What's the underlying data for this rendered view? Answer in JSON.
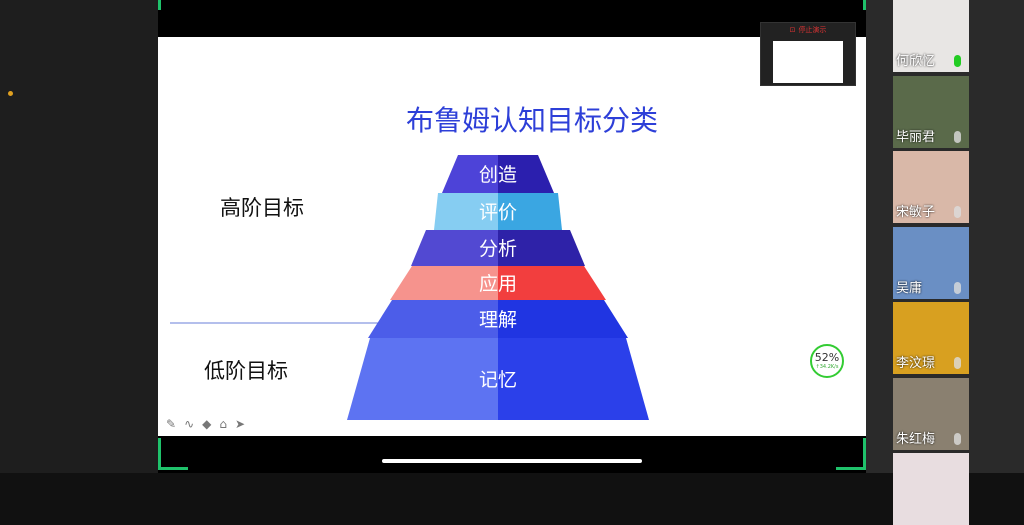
{
  "slide": {
    "title": "布鲁姆认知目标分类",
    "high_label": "高阶目标",
    "low_label": "低阶目标",
    "levels": [
      "创造",
      "评价",
      "分析",
      "应用",
      "理解",
      "记忆"
    ],
    "colors": [
      [
        "#4d43d8",
        "#2b1fae"
      ],
      [
        "#86cdf2",
        "#3aa6e2"
      ],
      [
        "#5249d2",
        "#2e22a8"
      ],
      [
        "#f6938d",
        "#f23e3e"
      ],
      [
        "#4c5de9",
        "#2035e2"
      ],
      [
        "#5d73f2",
        "#2b40ea"
      ]
    ]
  },
  "pip": {
    "stop_label": "停止演示"
  },
  "network": {
    "percent": "52%",
    "speed": "↑34.2K/s"
  },
  "tools": [
    "pen-icon",
    "curve-icon",
    "marker-icon",
    "eraser-icon",
    "pointer-icon"
  ],
  "participants": [
    {
      "name": "何欣忆",
      "mic": "active",
      "bg": "#e8e6e4"
    },
    {
      "name": "毕丽君",
      "mic": "muted",
      "bg": "#5a6a4a"
    },
    {
      "name": "宋敏子",
      "mic": "muted",
      "bg": "#d9b8a8"
    },
    {
      "name": "吴庸",
      "mic": "muted",
      "bg": "#6a8fc4"
    },
    {
      "name": "李汶璟",
      "mic": "muted",
      "bg": "#d8a020"
    },
    {
      "name": "朱红梅",
      "mic": "muted",
      "bg": "#8a8070"
    }
  ]
}
